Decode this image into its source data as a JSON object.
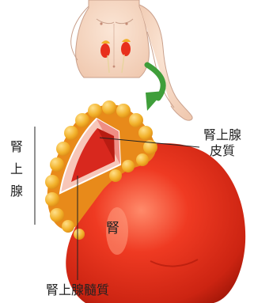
{
  "labels": {
    "cortex_line1": "腎上腺",
    "cortex_line2": "皮質",
    "gland_1": "腎",
    "gland_2": "上",
    "gland_3": "腺",
    "kidney": "腎",
    "medulla": "腎上腺髓質"
  },
  "colors": {
    "skin": "#f6d9c4",
    "skin_outline": "#c9a08c",
    "kidney_red": "#e8301c",
    "kidney_dark": "#b01808",
    "gland_yellow": "#f2b12a",
    "gland_orange": "#e88a1a",
    "cortex_pink": "#f4a9a0",
    "medulla_red": "#d8281e",
    "arrow_green": "#3f9e3a"
  }
}
